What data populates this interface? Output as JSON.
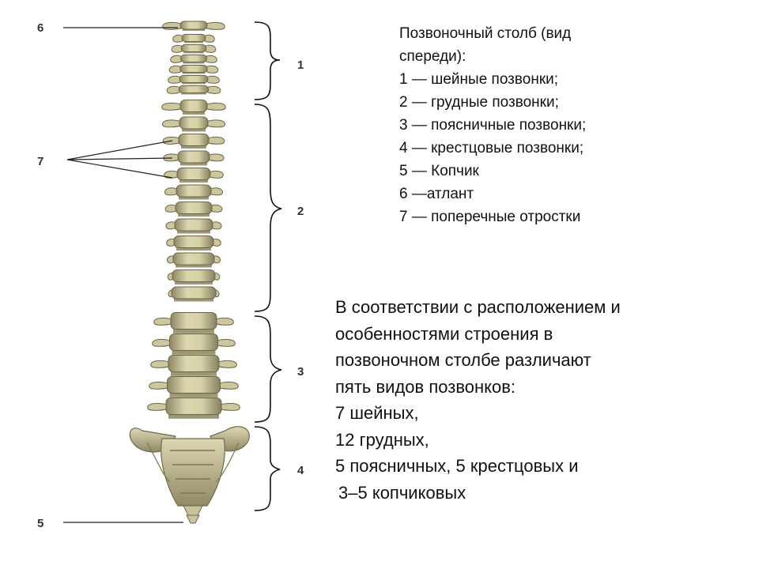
{
  "diagram": {
    "labels": {
      "atlas": "6",
      "processes": "7",
      "coccyx": "5",
      "cervical": "1",
      "thoracic": "2",
      "lumbar": "3",
      "sacral": "4"
    }
  },
  "legend": {
    "title": "Позвоночный столб (вид спереди):",
    "items": [
      "1 — шейные позвонки;",
      "2 — грудные позвонки;",
      "3 — поясничные позвонки;",
      "4 — крестцовые позвонки;",
      "5 — Копчик",
      "6 —атлант",
      "7 — поперечные отростки"
    ]
  },
  "body": {
    "lines": [
      "В соответствии с расположением и",
      "особенностями строения в",
      "позвоночном столбе различают",
      "пять видов позвонков:",
      "7 шейных,",
      "12 грудных,",
      "5 поясничных, 5 крестцовых и",
      "3–5 копчиковых"
    ]
  },
  "colors": {
    "bone": "#d8d2a8",
    "bone_shadow": "#8a8462",
    "disc": "#c9c39a",
    "line": "#222222"
  }
}
